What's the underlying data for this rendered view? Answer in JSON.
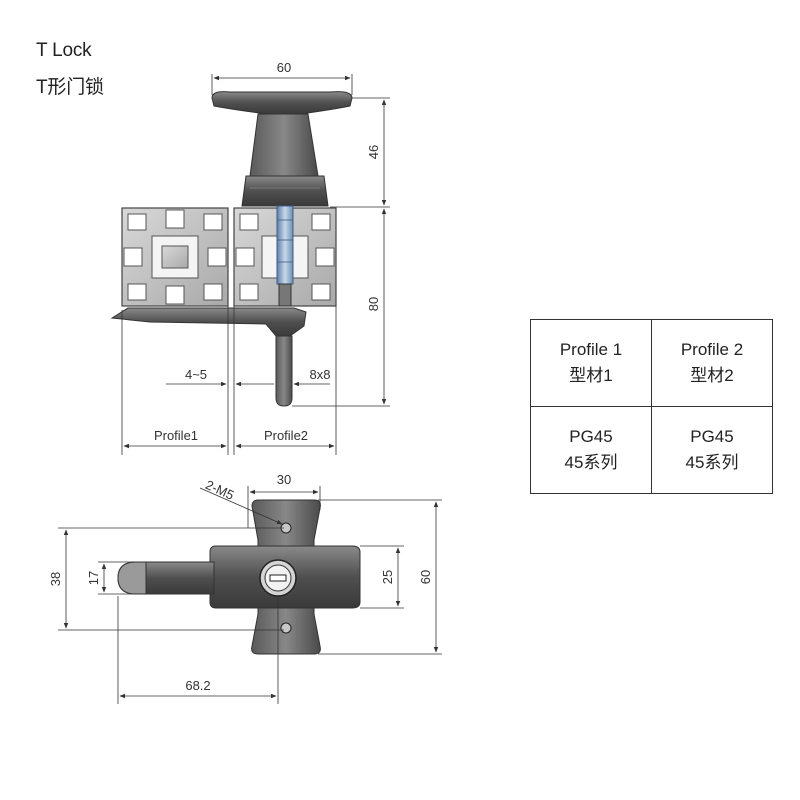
{
  "title": {
    "en": "T Lock",
    "zh": "T形门锁"
  },
  "dimensions": {
    "handle_width": "60",
    "handle_height": "46",
    "lock_length": "80",
    "gap": "4~5",
    "cam": "8x8",
    "profile1": "Profile1",
    "profile2": "Profile2",
    "screw_pitch": "30",
    "screw": "2-M5",
    "base_height": "38",
    "shaft_height": "17",
    "head_width": "25",
    "plate_height": "60",
    "overall_length": "68.2"
  },
  "table": {
    "headers": [
      {
        "en": "Profile 1",
        "zh": "型材1"
      },
      {
        "en": "Profile 2",
        "zh": "型材2"
      }
    ],
    "row": [
      {
        "en": "PG45",
        "zh": "45系列"
      },
      {
        "en": "PG45",
        "zh": "45系列"
      }
    ]
  }
}
